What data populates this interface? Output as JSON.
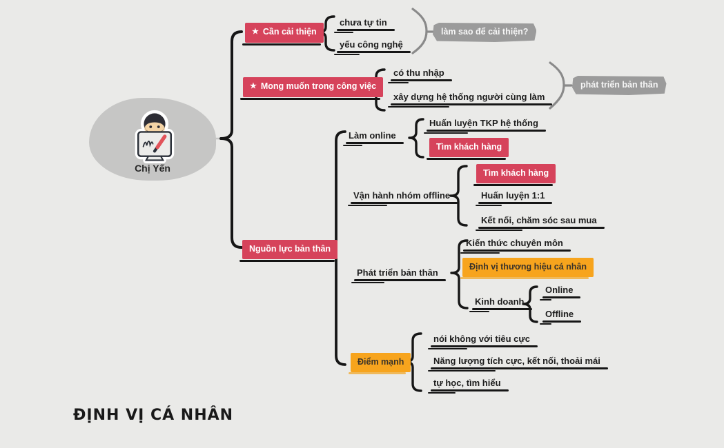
{
  "title": "ĐỊNH VỊ CÁ NHÂN",
  "center": {
    "label": "Chị Yến",
    "icon": "person-at-laptop"
  },
  "icons": {
    "star": "★"
  },
  "colors": {
    "background": "#eaeae8",
    "node_red": "#d6435b",
    "node_orange": "#f7a41d",
    "callout_gray": "#9b9b9b",
    "line_black": "#161616",
    "line_gray": "#8a8a8a",
    "blob_gray": "#c6c6c5"
  },
  "branches": {
    "improve": {
      "label": "Cần cải thiện",
      "children": [
        "chưa tự tin",
        "yếu công nghệ"
      ],
      "callout": "làm sao để cải thiện?"
    },
    "desire": {
      "label": "Mong muốn trong công việc",
      "children": [
        "có thu nhập",
        "xây dựng hệ thống người cùng làm"
      ],
      "callout": "phát triển bản thân"
    },
    "resources": {
      "label": "Nguồn lực bản thân",
      "online": {
        "label": "Làm online",
        "children": [
          "Huấn luyện TKP hệ thống",
          "Tìm khách hàng"
        ]
      },
      "offline": {
        "label": "Vận hành nhóm offline",
        "children": [
          "Tìm khách hàng",
          "Huấn luyện 1:1",
          "Kết nối, chăm sóc sau mua"
        ]
      },
      "develop": {
        "label": "Phát triển bản thân",
        "children": [
          "Kiến thức chuyên môn",
          "Định vị thương hiệu cá nhân"
        ],
        "business": {
          "label": "Kinh doanh",
          "children": [
            "Online",
            "Offline"
          ]
        }
      },
      "strengths": {
        "label": "Điểm mạnh",
        "children": [
          "nói không với tiêu cực",
          "Năng lượng tích cực, kết nối, thoải mái",
          "tự học, tìm hiểu"
        ]
      }
    }
  }
}
